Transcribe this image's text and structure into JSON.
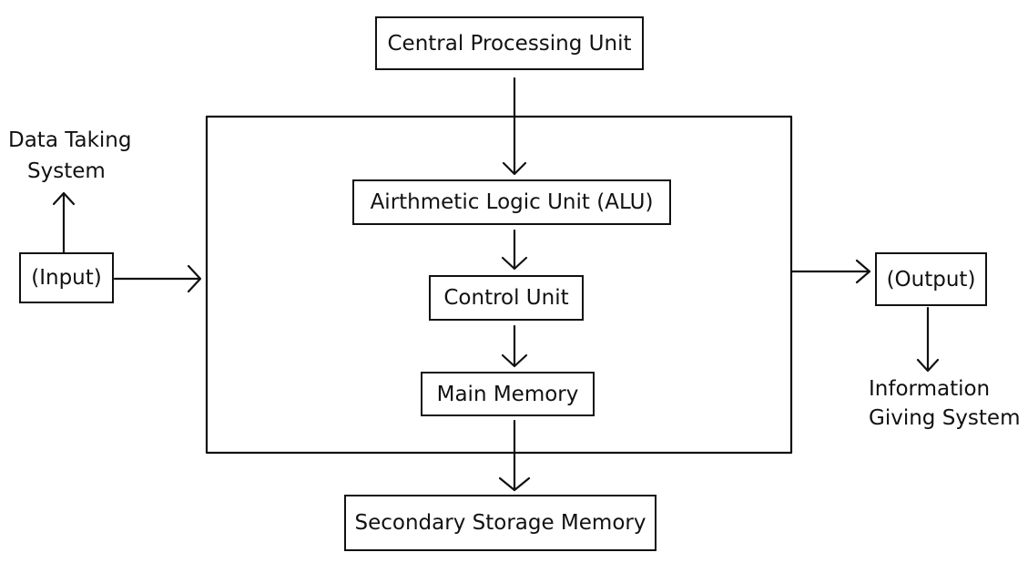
{
  "diagram": {
    "cpu_label": "Central Processing Unit",
    "alu_label": "Airthmetic Logic Unit (ALU)",
    "control_unit_label": "Control Unit",
    "main_memory_label": "Main Memory",
    "secondary_storage_label": "Secondary Storage Memory",
    "input_label": "(Input)",
    "output_label": "(Output)",
    "data_taking_line1": "Data Taking",
    "data_taking_line2": "System",
    "info_giving_line1": "Information",
    "info_giving_line2": "Giving System"
  },
  "colors": {
    "stroke": "#111111",
    "background": "#ffffff"
  }
}
